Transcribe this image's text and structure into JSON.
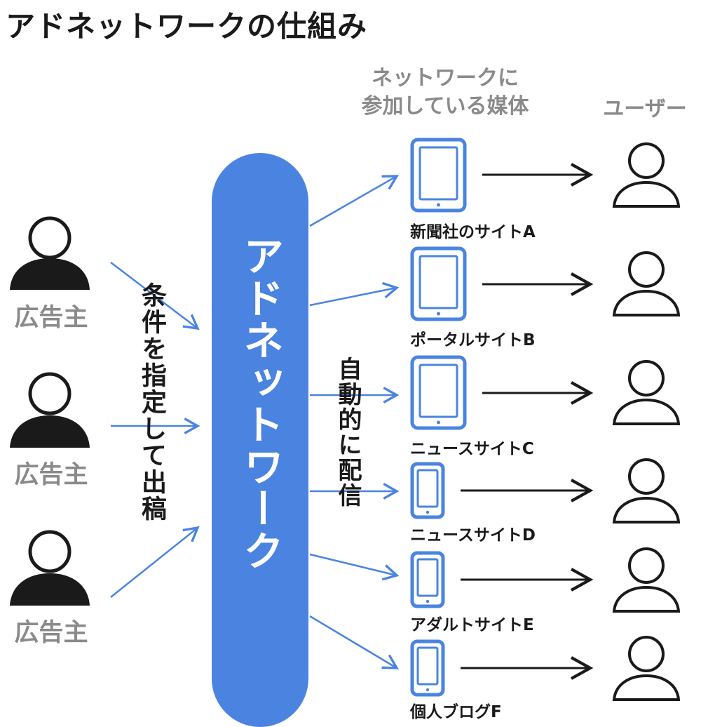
{
  "title": "アドネットワークの仕組み",
  "headers": {
    "media": "ネットワークに\n参加している媒体",
    "users": "ユーザー"
  },
  "advertisers": [
    {
      "label": "広告主"
    },
    {
      "label": "広告主"
    },
    {
      "label": "広告主"
    }
  ],
  "condition_text": "条件を指定して出稿",
  "network_label": "アドネットワーク",
  "delivery_text": "自動的に配信",
  "sites": [
    {
      "label": "新聞社のサイトA",
      "device": "tablet"
    },
    {
      "label": "ポータルサイトB",
      "device": "tablet"
    },
    {
      "label": "ニュースサイトC",
      "device": "tablet"
    },
    {
      "label": "ニュースサイトD",
      "device": "phone"
    },
    {
      "label": "アダルトサイトE",
      "device": "phone"
    },
    {
      "label": "個人ブログF",
      "device": "phone"
    }
  ],
  "colors": {
    "accent_blue": "#4a84e0",
    "gray_label": "#8a8a8a",
    "dark": "#1a1a1a"
  }
}
